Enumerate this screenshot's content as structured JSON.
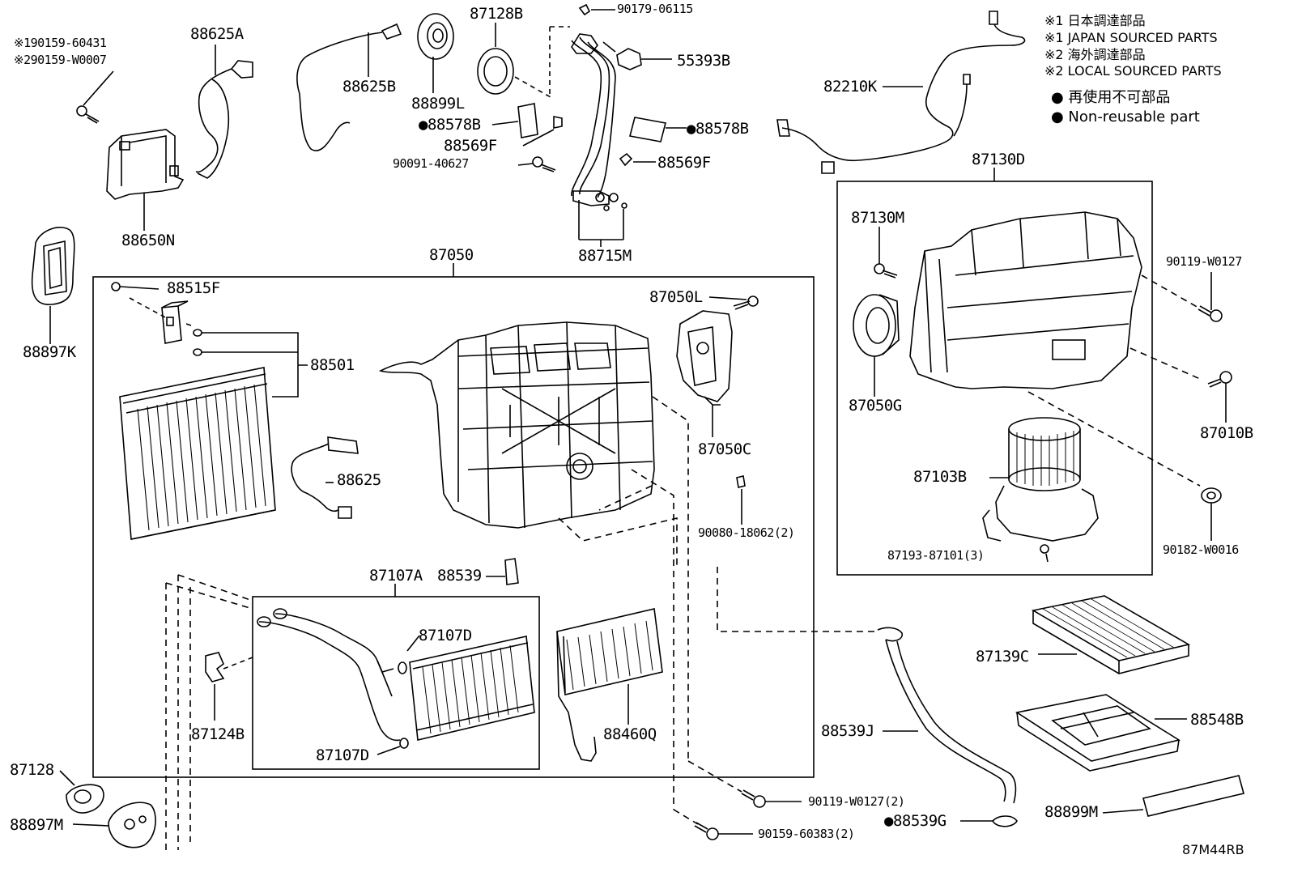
{
  "notes": {
    "n1_jp": "※1 日本調達部品",
    "n1_en": "※1 JAPAN SOURCED PARTS",
    "n2_jp": "※2 海外調達部品",
    "n2_en": "※2 LOCAL SOURCED PARTS",
    "nonreuse_jp": "● 再使用不可部品",
    "nonreuse_en": "● Non-reusable part"
  },
  "reference_code": "87M44RB",
  "labels": {
    "p90159_60431": "※190159-60431",
    "p90159_w0007": "※290159-W0007",
    "p88625a": "88625A",
    "p88625b": "88625B",
    "p88899l": "88899L",
    "p87128b": "87128B",
    "p90179_06115": "90179-06115",
    "p55393b": "55393B",
    "p82210k": "82210K",
    "p88578b_l": "●88578B",
    "p88578b_r": "●88578B",
    "p88569f_l": "88569F",
    "p88569f_r": "88569F",
    "p90091_40627": "90091-40627",
    "p88650n": "88650N",
    "p88715m": "88715M",
    "p87130d": "87130D",
    "p87130m": "87130M",
    "p90119_w0127": "90119-W0127",
    "p88897k": "88897K",
    "p87050": "87050",
    "p88515f": "88515F",
    "p87050l": "87050L",
    "p88501": "88501",
    "p87050c": "87050C",
    "p88625": "88625",
    "p87050g": "87050G",
    "p87010b": "87010B",
    "p87103b": "87103B",
    "p90080_18062": "90080-18062(2)",
    "p87193_87101": "87193-87101(3)",
    "p90182_w0016": "90182-W0016",
    "p87107a": "87107A",
    "p88539": "88539",
    "p87107d_top": "87107D",
    "p87107d_bot": "87107D",
    "p87124b": "87124B",
    "p88460q": "88460Q",
    "p87139c": "87139C",
    "p88539j": "88539J",
    "p88548b": "88548B",
    "p87128": "87128",
    "p88897m": "88897M",
    "p90119_w0127_2": "90119-W0127(2)",
    "p88539g": "●88539G",
    "p90159_60383": "90159-60383(2)",
    "p88899m": "88899M"
  }
}
